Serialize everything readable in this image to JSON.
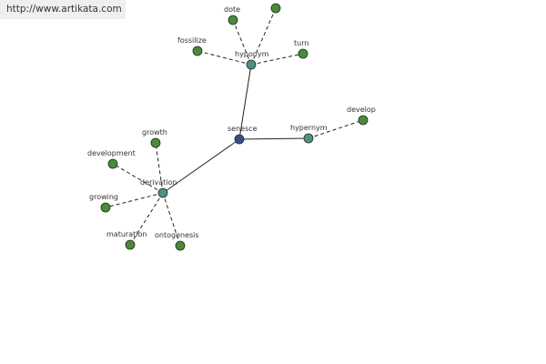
{
  "banner": {
    "url": "http://www.artikata.com"
  },
  "colors": {
    "center": "#3b4a8a",
    "relation": "#4f8f8a",
    "leaf": "#4a8a3c",
    "edge": "#222222",
    "banner_bg": "#efefef"
  },
  "graph": {
    "center": {
      "id": "senesce",
      "label": "senesce"
    },
    "relations": [
      {
        "id": "hyponym",
        "label": "hyponym",
        "leaves": [
          {
            "id": "dote",
            "label": "dote"
          },
          {
            "id": "fossilize",
            "label": "fossilize"
          },
          {
            "id": "turn",
            "label": "turn"
          }
        ]
      },
      {
        "id": "hypernym",
        "label": "hypernym",
        "leaves": [
          {
            "id": "develop",
            "label": "develop"
          }
        ]
      },
      {
        "id": "derivation",
        "label": "derivation",
        "leaves": [
          {
            "id": "growth",
            "label": "growth"
          },
          {
            "id": "development",
            "label": "development"
          },
          {
            "id": "growing",
            "label": "growing"
          },
          {
            "id": "maturation",
            "label": "maturation"
          },
          {
            "id": "ontogenesis",
            "label": "ontogenesis"
          }
        ]
      }
    ]
  }
}
